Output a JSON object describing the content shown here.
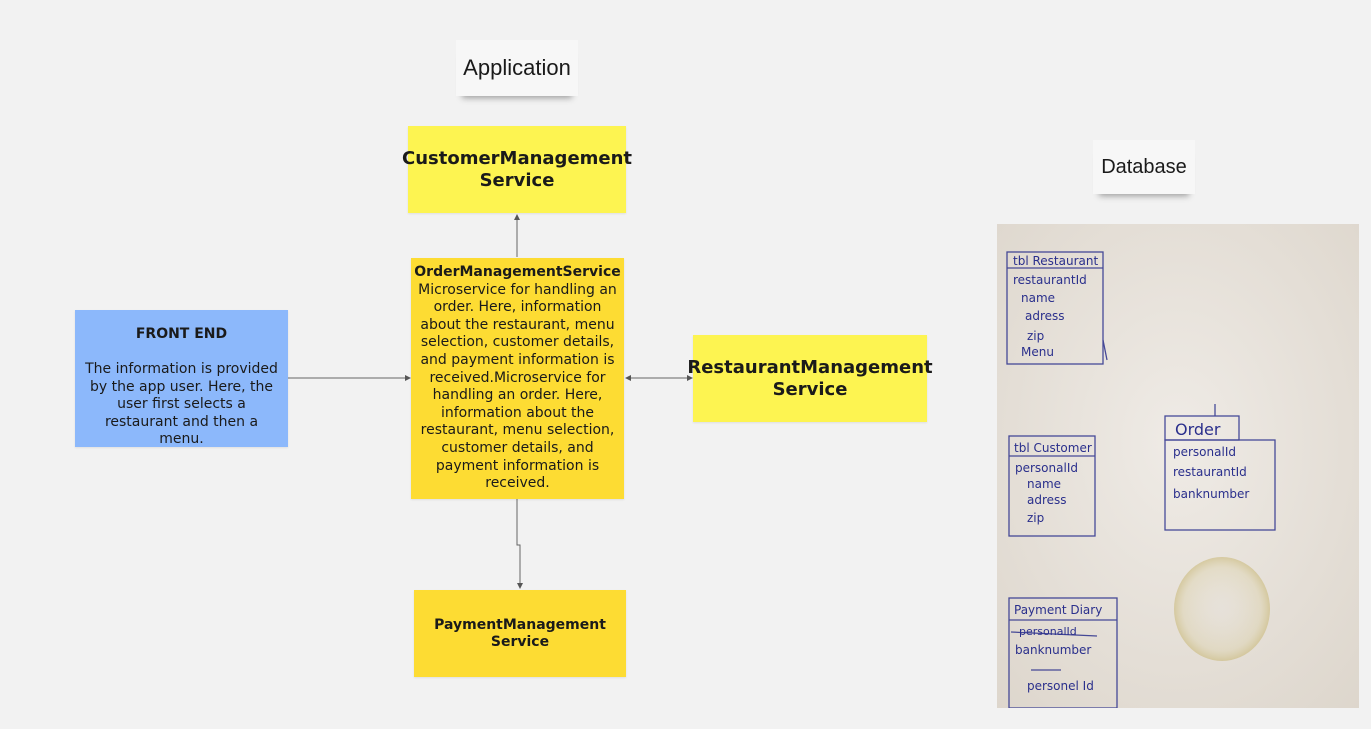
{
  "labels": {
    "application": "Application",
    "database": "Database"
  },
  "nodes": {
    "customer": {
      "title": "CustomerManagement Service"
    },
    "order": {
      "title": "OrderManagementService",
      "body": "Microservice for handling an order. Here, information about the restaurant, menu selection, customer details, and payment information is received.Microservice for handling an order. Here, information about the restaurant, menu selection, customer details, and payment information is received."
    },
    "restaurant": {
      "title": "RestaurantManagement Service"
    },
    "payment": {
      "title": "PaymentManagement Service"
    },
    "frontend": {
      "title": "FRONT END",
      "body": "The information is provided by the app user. Here, the user first selects a restaurant and then a menu."
    }
  },
  "sketch": {
    "tables": [
      {
        "title": "tbl Restaurant",
        "fields": [
          "restaurantId",
          "name",
          "adress",
          "zip",
          "Menu"
        ]
      },
      {
        "title": "tbl Customer",
        "fields": [
          "personalId",
          "name",
          "adress",
          "zip"
        ]
      },
      {
        "title": "Order",
        "fields": [
          "personalId",
          "restaurantId",
          "banknumber"
        ]
      },
      {
        "title": "Payment Diary",
        "fields": [
          "personalId",
          "banknumber",
          "personel Id"
        ]
      }
    ]
  },
  "colors": {
    "background": "#f2f2f2",
    "sticky_yellow": "#fdf451",
    "sticky_gold": "#fddc33",
    "sticky_blue": "#8cb8fb",
    "ink": "#2a2f8c"
  }
}
